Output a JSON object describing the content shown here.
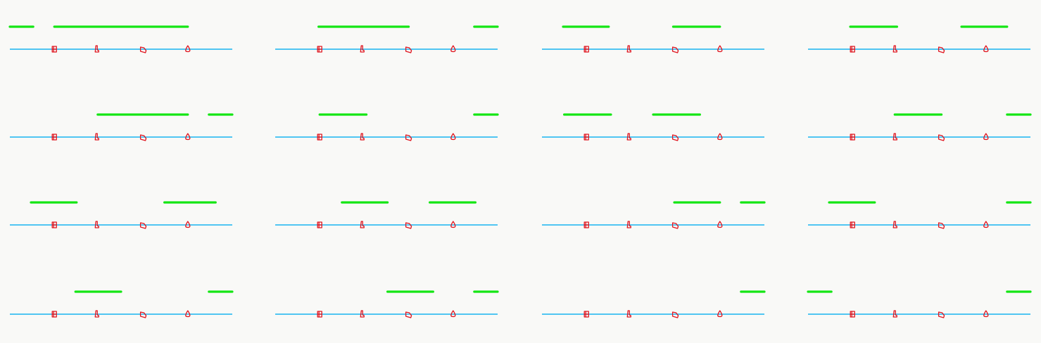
{
  "colors": {
    "background": "#f9f9f7",
    "baseline": "#18b4f0",
    "segment": "#14e614",
    "marker": "#e0141e"
  },
  "grid": {
    "rows": 4,
    "cols": 4
  },
  "marker_shapes": [
    "cup-icon",
    "boot-icon",
    "shoe-icon",
    "drop-icon"
  ],
  "panels": [
    {
      "segments": [
        [
          0.0,
          0.105
        ],
        [
          0.2,
          0.8
        ]
      ]
    },
    {
      "segments": [
        [
          0.195,
          0.6
        ],
        [
          0.895,
          1.0
        ]
      ]
    },
    {
      "segments": [
        [
          0.095,
          0.3
        ],
        [
          0.59,
          0.8
        ]
      ]
    },
    {
      "segments": [
        [
          0.19,
          0.4
        ],
        [
          0.69,
          0.895
        ]
      ]
    },
    {
      "segments": [
        [
          0.395,
          0.8
        ],
        [
          0.895,
          1.0
        ]
      ]
    },
    {
      "segments": [
        [
          0.2,
          0.41
        ],
        [
          0.895,
          1.0
        ]
      ]
    },
    {
      "segments": [
        [
          0.1,
          0.31
        ],
        [
          0.5,
          0.71
        ]
      ]
    },
    {
      "segments": [
        [
          0.39,
          0.6
        ],
        [
          0.895,
          1.0
        ]
      ]
    },
    {
      "segments": [
        [
          0.095,
          0.3
        ],
        [
          0.695,
          0.925
        ]
      ]
    },
    {
      "segments": [
        [
          0.3,
          0.505
        ],
        [
          0.695,
          0.9
        ]
      ]
    },
    {
      "segments": [
        [
          0.595,
          0.8
        ],
        [
          0.895,
          1.0
        ]
      ]
    },
    {
      "segments": [
        [
          0.095,
          0.3
        ],
        [
          0.895,
          1.0
        ]
      ]
    },
    {
      "segments": [
        [
          0.295,
          0.5
        ],
        [
          0.895,
          1.0
        ]
      ]
    },
    {
      "segments": [
        [
          0.505,
          0.71
        ],
        [
          0.895,
          1.0
        ]
      ]
    },
    {
      "segments": [
        [
          0.895,
          1.0
        ]
      ]
    },
    {
      "segments": [
        [
          0.0,
          0.105
        ],
        [
          0.895,
          1.0
        ]
      ]
    }
  ]
}
